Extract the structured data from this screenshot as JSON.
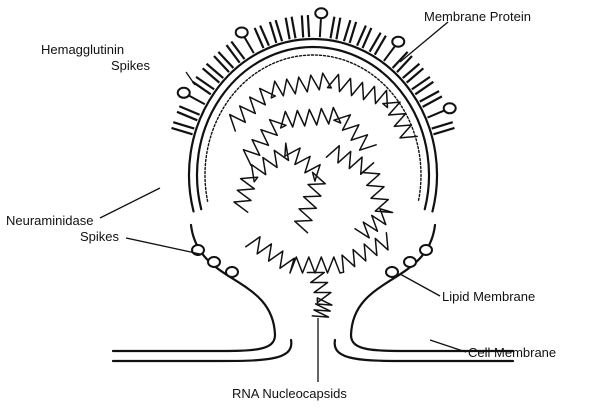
{
  "labels": {
    "membrane_protein": "Membrane Protein",
    "hemagglutinin_line1": "Hemagglutinin",
    "hemagglutinin_line2": "Spikes",
    "neuraminidase_line1": "Neuraminidase",
    "neuraminidase_line2": "Spikes",
    "lipid_membrane": "Lipid Membrane",
    "cell_membrane": "Cell Membrane",
    "rna_nucleocapsids": "RNA Nucleocapsids"
  },
  "colors": {
    "ink": "#111111",
    "paper": "#ffffff"
  }
}
